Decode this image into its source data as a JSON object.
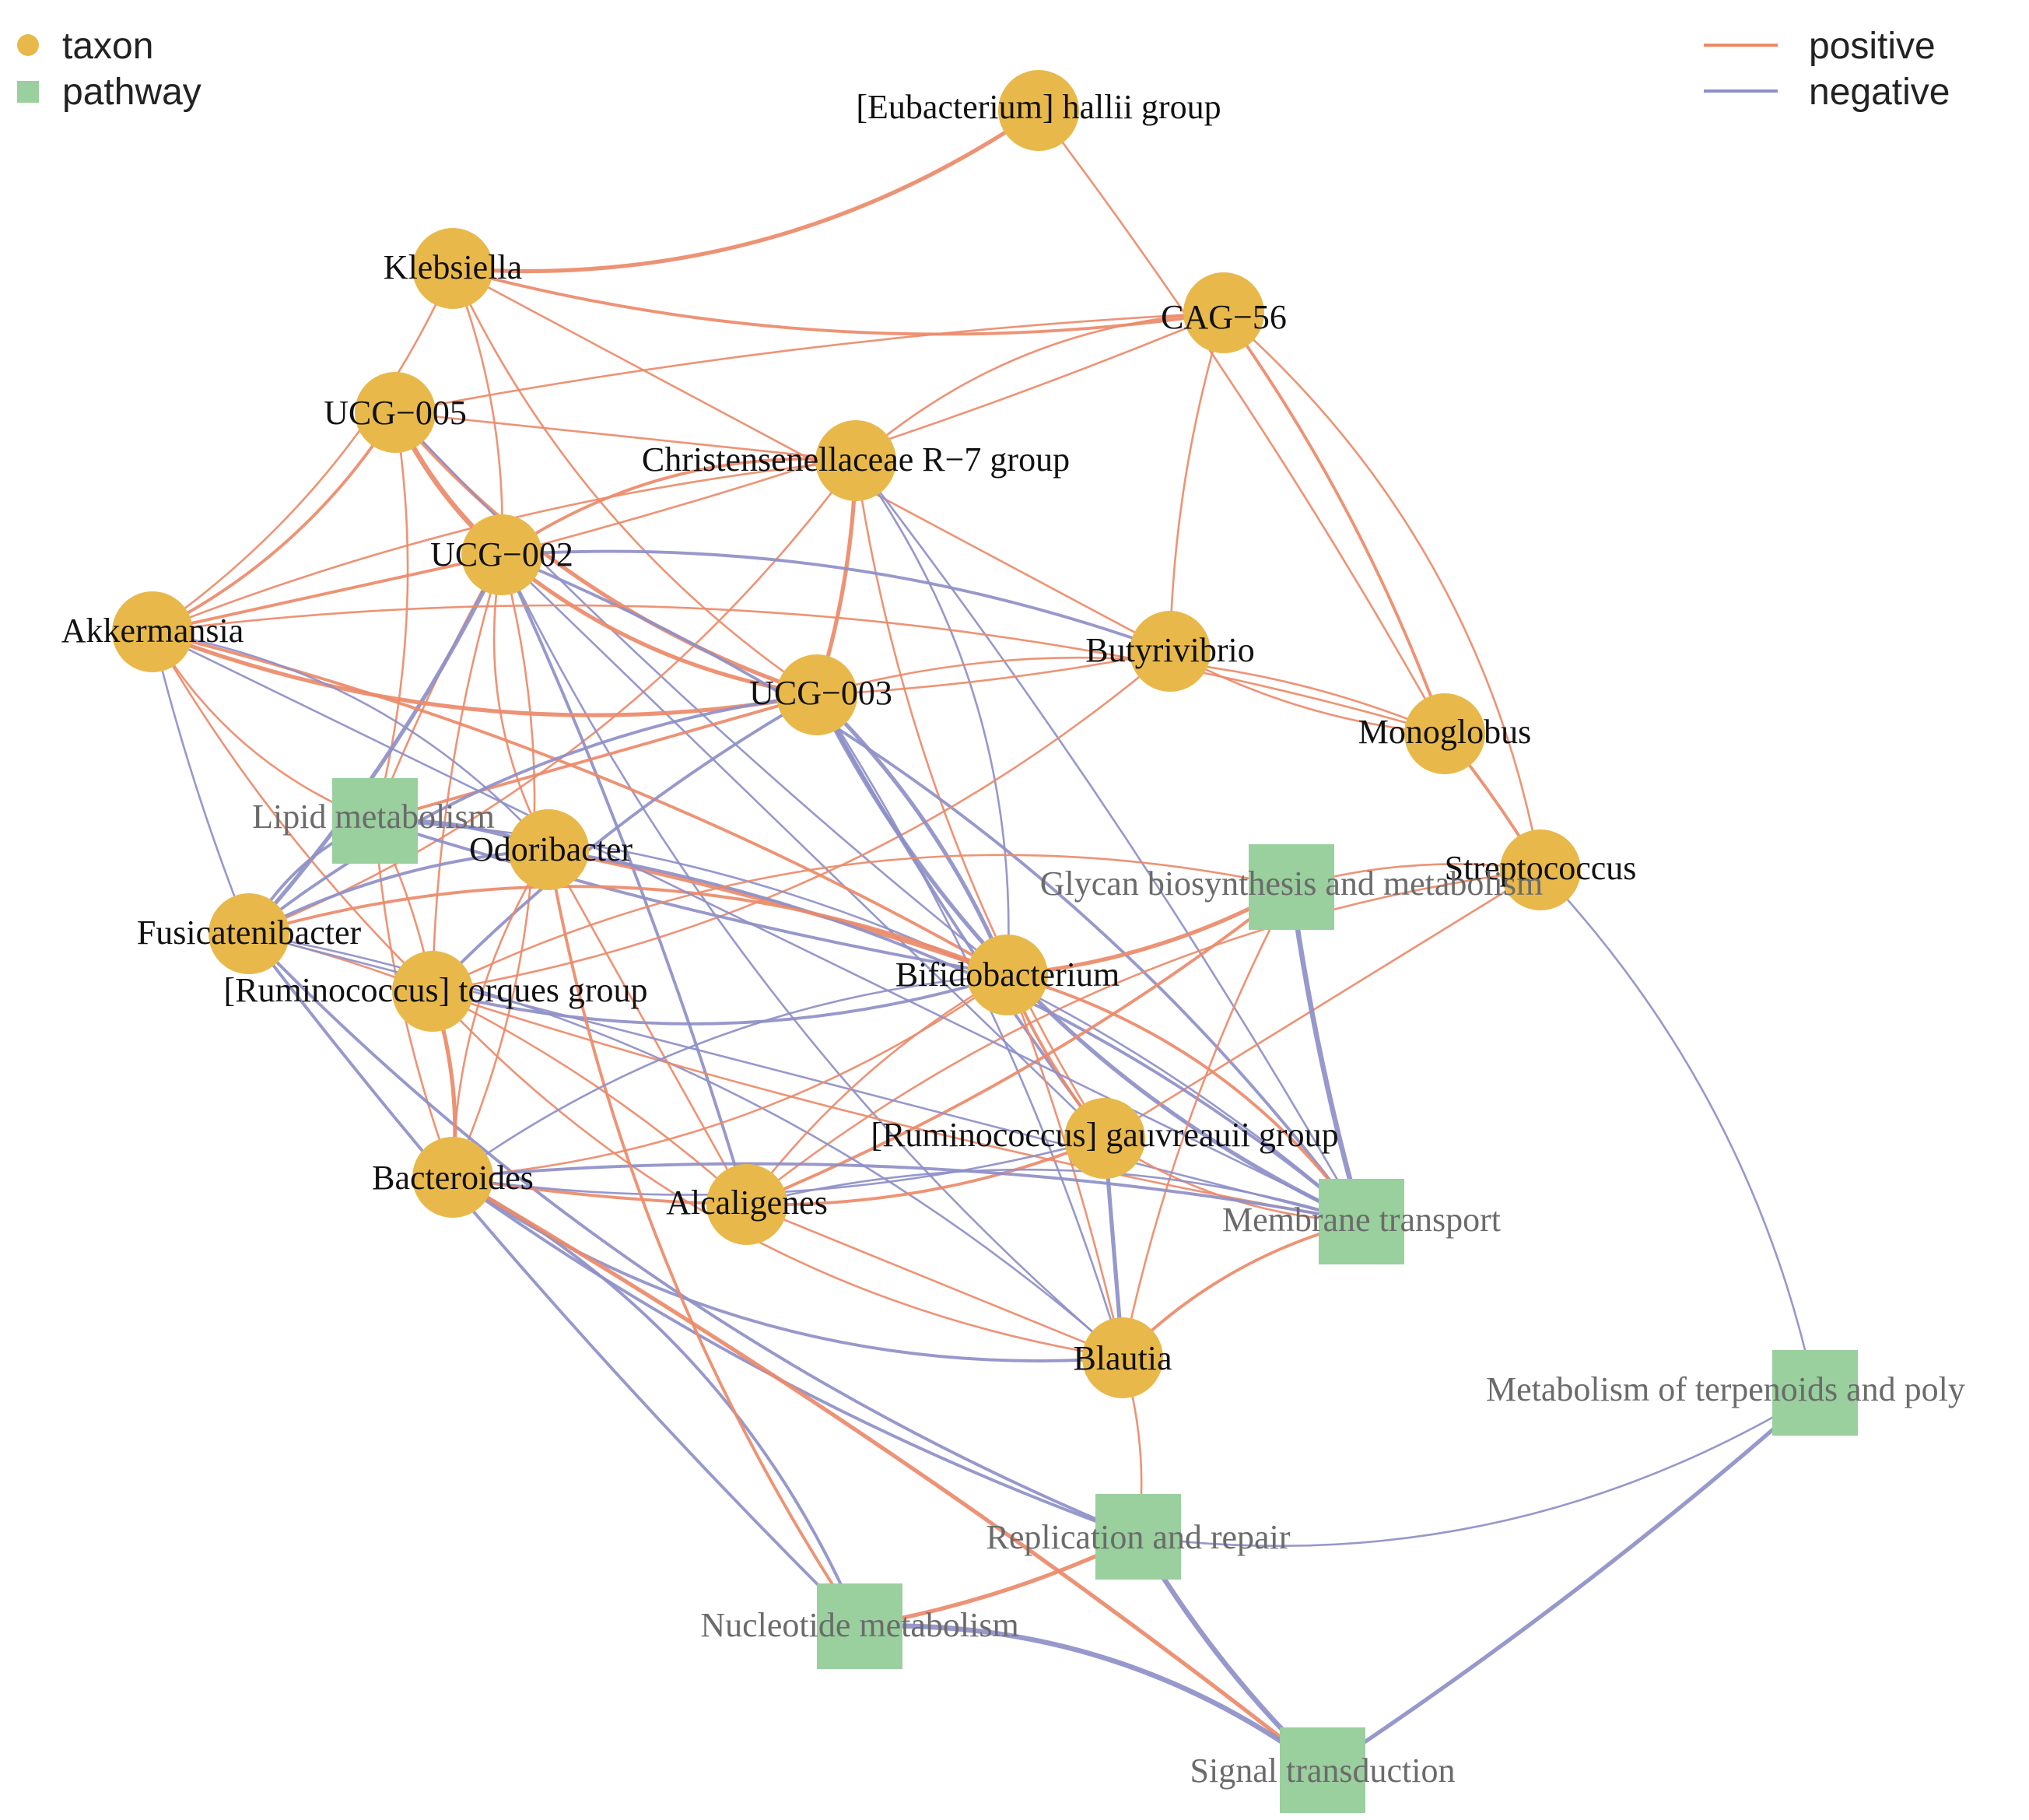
{
  "legend": {
    "node_types": [
      {
        "label": "taxon",
        "shape": "circle",
        "color": "#E8B94A"
      },
      {
        "label": "pathway",
        "shape": "square",
        "color": "#9ACF9E"
      }
    ],
    "edge_types": [
      {
        "label": "positive",
        "color": "#EC8A69"
      },
      {
        "label": "negative",
        "color": "#8E8FC7"
      }
    ]
  },
  "colors": {
    "taxon": "#E8B94A",
    "pathway": "#9ACF9E",
    "positive": "#EC8A69",
    "negative": "#8E8FC7"
  },
  "nodes": [
    {
      "id": "eub",
      "label": "[Eubacterium] hallii group",
      "type": "taxon"
    },
    {
      "id": "kleb",
      "label": "Klebsiella",
      "type": "taxon"
    },
    {
      "id": "cag56",
      "label": "CAG−56",
      "type": "taxon"
    },
    {
      "id": "ucg005",
      "label": "UCG−005",
      "type": "taxon"
    },
    {
      "id": "chris",
      "label": "Christensenellaceae R−7 group",
      "type": "taxon"
    },
    {
      "id": "ucg002",
      "label": "UCG−002",
      "type": "taxon"
    },
    {
      "id": "akk",
      "label": "Akkermansia",
      "type": "taxon"
    },
    {
      "id": "butyr",
      "label": "Butyrivibrio",
      "type": "taxon"
    },
    {
      "id": "ucg003",
      "label": "UCG−003",
      "type": "taxon"
    },
    {
      "id": "monog",
      "label": "Monoglobus",
      "type": "taxon"
    },
    {
      "id": "lipid",
      "label": "Lipid metabolism",
      "type": "pathway"
    },
    {
      "id": "odori",
      "label": "Odoribacter",
      "type": "taxon"
    },
    {
      "id": "strep",
      "label": "Streptococcus",
      "type": "taxon"
    },
    {
      "id": "glycan",
      "label": "Glycan biosynthesis and metabolism",
      "type": "pathway"
    },
    {
      "id": "fusi",
      "label": "Fusicatenibacter",
      "type": "taxon"
    },
    {
      "id": "rumtor",
      "label": "[Ruminococcus] torques group",
      "type": "taxon"
    },
    {
      "id": "bifido",
      "label": "Bifidobacterium",
      "type": "taxon"
    },
    {
      "id": "rumgau",
      "label": "[Ruminococcus] gauvreauii group",
      "type": "taxon"
    },
    {
      "id": "bact",
      "label": "Bacteroides",
      "type": "taxon"
    },
    {
      "id": "alcal",
      "label": "Alcaligenes",
      "type": "taxon"
    },
    {
      "id": "memb",
      "label": "Membrane transport",
      "type": "pathway"
    },
    {
      "id": "blautia",
      "label": "Blautia",
      "type": "taxon"
    },
    {
      "id": "terp",
      "label": "Metabolism of terpenoids and poly",
      "type": "pathway"
    },
    {
      "id": "repl",
      "label": "Replication and repair",
      "type": "pathway"
    },
    {
      "id": "nucl",
      "label": "Nucleotide metabolism",
      "type": "pathway"
    },
    {
      "id": "signal",
      "label": "Signal transduction",
      "type": "pathway"
    }
  ],
  "edges": [
    {
      "source": "eub",
      "target": "kleb",
      "sign": "positive",
      "weight": 3
    },
    {
      "source": "eub",
      "target": "monog",
      "sign": "positive",
      "weight": 1
    },
    {
      "source": "kleb",
      "target": "cag56",
      "sign": "positive",
      "weight": 2
    },
    {
      "source": "kleb",
      "target": "akk",
      "sign": "positive",
      "weight": 1
    },
    {
      "source": "kleb",
      "target": "butyr",
      "sign": "positive",
      "weight": 1
    },
    {
      "source": "kleb",
      "target": "ucg003",
      "sign": "positive",
      "weight": 1
    },
    {
      "source": "kleb",
      "target": "ucg002",
      "sign": "positive",
      "weight": 1
    },
    {
      "source": "cag56",
      "target": "ucg005",
      "sign": "positive",
      "weight": 1
    },
    {
      "source": "cag56",
      "target": "chris",
      "sign": "positive",
      "weight": 1
    },
    {
      "source": "cag56",
      "target": "monog",
      "sign": "positive",
      "weight": 2
    },
    {
      "source": "cag56",
      "target": "butyr",
      "sign": "positive",
      "weight": 1
    },
    {
      "source": "cag56",
      "target": "strep",
      "sign": "positive",
      "weight": 1
    },
    {
      "source": "cag56",
      "target": "ucg002",
      "sign": "positive",
      "weight": 1
    },
    {
      "source": "ucg005",
      "target": "ucg002",
      "sign": "positive",
      "weight": 4
    },
    {
      "source": "ucg005",
      "target": "akk",
      "sign": "positive",
      "weight": 2
    },
    {
      "source": "ucg005",
      "target": "chris",
      "sign": "positive",
      "weight": 1
    },
    {
      "source": "ucg005",
      "target": "ucg003",
      "sign": "positive",
      "weight": 3
    },
    {
      "source": "ucg005",
      "target": "lipid",
      "sign": "positive",
      "weight": 1
    },
    {
      "source": "ucg005",
      "target": "bifido",
      "sign": "negative",
      "weight": 1
    },
    {
      "source": "chris",
      "target": "ucg002",
      "sign": "positive",
      "weight": 2
    },
    {
      "source": "chris",
      "target": "ucg003",
      "sign": "positive",
      "weight": 3
    },
    {
      "source": "chris",
      "target": "akk",
      "sign": "positive",
      "weight": 1
    },
    {
      "source": "chris",
      "target": "bifido",
      "sign": "negative",
      "weight": 1
    },
    {
      "source": "chris",
      "target": "memb",
      "sign": "negative",
      "weight": 1
    },
    {
      "source": "chris",
      "target": "rumgau",
      "sign": "positive",
      "weight": 1
    },
    {
      "source": "chris",
      "target": "fusi",
      "sign": "positive",
      "weight": 1
    },
    {
      "source": "ucg002",
      "target": "akk",
      "sign": "positive",
      "weight": 2
    },
    {
      "source": "ucg002",
      "target": "ucg003",
      "sign": "positive",
      "weight": 3
    },
    {
      "source": "ucg002",
      "target": "butyr",
      "sign": "negative",
      "weight": 2
    },
    {
      "source": "ucg002",
      "target": "lipid",
      "sign": "positive",
      "weight": 1
    },
    {
      "source": "ucg002",
      "target": "odori",
      "sign": "positive",
      "weight": 1
    },
    {
      "source": "ucg002",
      "target": "fusi",
      "sign": "negative",
      "weight": 3
    },
    {
      "source": "ucg002",
      "target": "rumtor",
      "sign": "positive",
      "weight": 1
    },
    {
      "source": "ucg002",
      "target": "bact",
      "sign": "positive",
      "weight": 1
    },
    {
      "source": "ucg002",
      "target": "alcal",
      "sign": "negative",
      "weight": 2
    },
    {
      "source": "ucg002",
      "target": "blautia",
      "sign": "negative",
      "weight": 1
    },
    {
      "source": "ucg002",
      "target": "memb",
      "sign": "negative",
      "weight": 2
    },
    {
      "source": "ucg002",
      "target": "rumgau",
      "sign": "negative",
      "weight": 1
    },
    {
      "source": "akk",
      "target": "ucg003",
      "sign": "positive",
      "weight": 3
    },
    {
      "source": "akk",
      "target": "monog",
      "sign": "positive",
      "weight": 1
    },
    {
      "source": "akk",
      "target": "fusi",
      "sign": "negative",
      "weight": 1
    },
    {
      "source": "akk",
      "target": "lipid",
      "sign": "positive",
      "weight": 1
    },
    {
      "source": "akk",
      "target": "bifido",
      "sign": "positive",
      "weight": 2
    },
    {
      "source": "akk",
      "target": "rumtor",
      "sign": "positive",
      "weight": 1
    },
    {
      "source": "akk",
      "target": "odori",
      "sign": "negative",
      "weight": 1
    },
    {
      "source": "butyr",
      "target": "ucg003",
      "sign": "positive",
      "weight": 1
    },
    {
      "source": "butyr",
      "target": "monog",
      "sign": "positive",
      "weight": 1
    },
    {
      "source": "butyr",
      "target": "rumtor",
      "sign": "positive",
      "weight": 1
    },
    {
      "source": "ucg003",
      "target": "lipid",
      "sign": "positive",
      "weight": 2
    },
    {
      "source": "ucg003",
      "target": "fusi",
      "sign": "negative",
      "weight": 2
    },
    {
      "source": "ucg003",
      "target": "bifido",
      "sign": "negative",
      "weight": 3
    },
    {
      "source": "ucg003",
      "target": "rumgau",
      "sign": "negative",
      "weight": 2
    },
    {
      "source": "ucg003",
      "target": "memb",
      "sign": "negative",
      "weight": 3
    },
    {
      "source": "ucg003",
      "target": "blautia",
      "sign": "negative",
      "weight": 1
    },
    {
      "source": "ucg003",
      "target": "rumtor",
      "sign": "negative",
      "weight": 2
    },
    {
      "source": "ucg003",
      "target": "monog",
      "sign": "positive",
      "weight": 1
    },
    {
      "source": "monog",
      "target": "strep",
      "sign": "positive",
      "weight": 2
    },
    {
      "source": "strep",
      "target": "glycan",
      "sign": "positive",
      "weight": 1
    },
    {
      "source": "strep",
      "target": "terp",
      "sign": "negative",
      "weight": 1
    },
    {
      "source": "strep",
      "target": "rumgau",
      "sign": "positive",
      "weight": 1
    },
    {
      "source": "strep",
      "target": "alcal",
      "sign": "positive",
      "weight": 1
    },
    {
      "source": "lipid",
      "target": "odori",
      "sign": "negative",
      "weight": 3
    },
    {
      "source": "lipid",
      "target": "bifido",
      "sign": "negative",
      "weight": 2
    },
    {
      "source": "lipid",
      "target": "fusi",
      "sign": "negative",
      "weight": 2
    },
    {
      "source": "lipid",
      "target": "rumtor",
      "sign": "positive",
      "weight": 1
    },
    {
      "source": "lipid",
      "target": "bact",
      "sign": "positive",
      "weight": 1
    },
    {
      "source": "lipid",
      "target": "memb",
      "sign": "negative",
      "weight": 1
    },
    {
      "source": "odori",
      "target": "bifido",
      "sign": "positive",
      "weight": 3
    },
    {
      "source": "odori",
      "target": "fusi",
      "sign": "negative",
      "weight": 2
    },
    {
      "source": "odori",
      "target": "memb",
      "sign": "negative",
      "weight": 2
    },
    {
      "source": "odori",
      "target": "alcal",
      "sign": "positive",
      "weight": 1
    },
    {
      "source": "odori",
      "target": "bact",
      "sign": "positive",
      "weight": 1
    },
    {
      "source": "glycan",
      "target": "bifido",
      "sign": "positive",
      "weight": 3
    },
    {
      "source": "glycan",
      "target": "memb",
      "sign": "negative",
      "weight": 4
    },
    {
      "source": "glycan",
      "target": "rumtor",
      "sign": "positive",
      "weight": 1
    },
    {
      "source": "glycan",
      "target": "alcal",
      "sign": "positive",
      "weight": 2
    },
    {
      "source": "glycan",
      "target": "blautia",
      "sign": "positive",
      "weight": 1
    },
    {
      "source": "fusi",
      "target": "bifido",
      "sign": "positive",
      "weight": 2
    },
    {
      "source": "fusi",
      "target": "rumtor",
      "sign": "positive",
      "weight": 1
    },
    {
      "source": "fusi",
      "target": "repl",
      "sign": "negative",
      "weight": 2
    },
    {
      "source": "fusi",
      "target": "blautia",
      "sign": "negative",
      "weight": 1
    },
    {
      "source": "fusi",
      "target": "memb",
      "sign": "negative",
      "weight": 1
    },
    {
      "source": "rumtor",
      "target": "bifido",
      "sign": "negative",
      "weight": 2
    },
    {
      "source": "rumtor",
      "target": "bact",
      "sign": "positive",
      "weight": 3
    },
    {
      "source": "rumtor",
      "target": "memb",
      "sign": "positive",
      "weight": 1
    },
    {
      "source": "rumtor",
      "target": "blautia",
      "sign": "positive",
      "weight": 1
    },
    {
      "source": "rumtor",
      "target": "alcal",
      "sign": "positive",
      "weight": 1
    },
    {
      "source": "bifido",
      "target": "rumgau",
      "sign": "positive",
      "weight": 2
    },
    {
      "source": "bifido",
      "target": "memb",
      "sign": "positive",
      "weight": 2
    },
    {
      "source": "bifido",
      "target": "blautia",
      "sign": "positive",
      "weight": 1
    },
    {
      "source": "bifido",
      "target": "alcal",
      "sign": "positive",
      "weight": 1
    },
    {
      "source": "bifido",
      "target": "bact",
      "sign": "positive",
      "weight": 1
    },
    {
      "source": "rumgau",
      "target": "blautia",
      "sign": "negative",
      "weight": 3
    },
    {
      "source": "rumgau",
      "target": "memb",
      "sign": "positive",
      "weight": 1
    },
    {
      "source": "rumgau",
      "target": "alcal",
      "sign": "positive",
      "weight": 2
    },
    {
      "source": "bact",
      "target": "alcal",
      "sign": "positive",
      "weight": 2
    },
    {
      "source": "bact",
      "target": "blautia",
      "sign": "negative",
      "weight": 2
    },
    {
      "source": "bact",
      "target": "memb",
      "sign": "negative",
      "weight": 2
    },
    {
      "source": "bact",
      "target": "repl",
      "sign": "negative",
      "weight": 2
    },
    {
      "source": "bact",
      "target": "nucl",
      "sign": "negative",
      "weight": 2
    },
    {
      "source": "bact",
      "target": "signal",
      "sign": "positive",
      "weight": 3
    },
    {
      "source": "bact",
      "target": "rumgau",
      "sign": "negative",
      "weight": 1
    },
    {
      "source": "alcal",
      "target": "memb",
      "sign": "negative",
      "weight": 1
    },
    {
      "source": "alcal",
      "target": "blautia",
      "sign": "positive",
      "weight": 1
    },
    {
      "source": "memb",
      "target": "blautia",
      "sign": "positive",
      "weight": 2
    },
    {
      "source": "blautia",
      "target": "repl",
      "sign": "positive",
      "weight": 1
    },
    {
      "source": "fusi",
      "target": "nucl",
      "sign": "negative",
      "weight": 2
    },
    {
      "source": "repl",
      "target": "terp",
      "sign": "negative",
      "weight": 1
    },
    {
      "source": "repl",
      "target": "nucl",
      "sign": "positive",
      "weight": 3
    },
    {
      "source": "repl",
      "target": "signal",
      "sign": "negative",
      "weight": 4
    },
    {
      "source": "nucl",
      "target": "signal",
      "sign": "negative",
      "weight": 4
    },
    {
      "source": "terp",
      "target": "signal",
      "sign": "negative",
      "weight": 3
    },
    {
      "source": "odori",
      "target": "nucl",
      "sign": "positive",
      "weight": 2
    },
    {
      "source": "bact",
      "target": "bifido",
      "sign": "negative",
      "weight": 1
    },
    {
      "source": "akk",
      "target": "memb",
      "sign": "negative",
      "weight": 1
    }
  ]
}
